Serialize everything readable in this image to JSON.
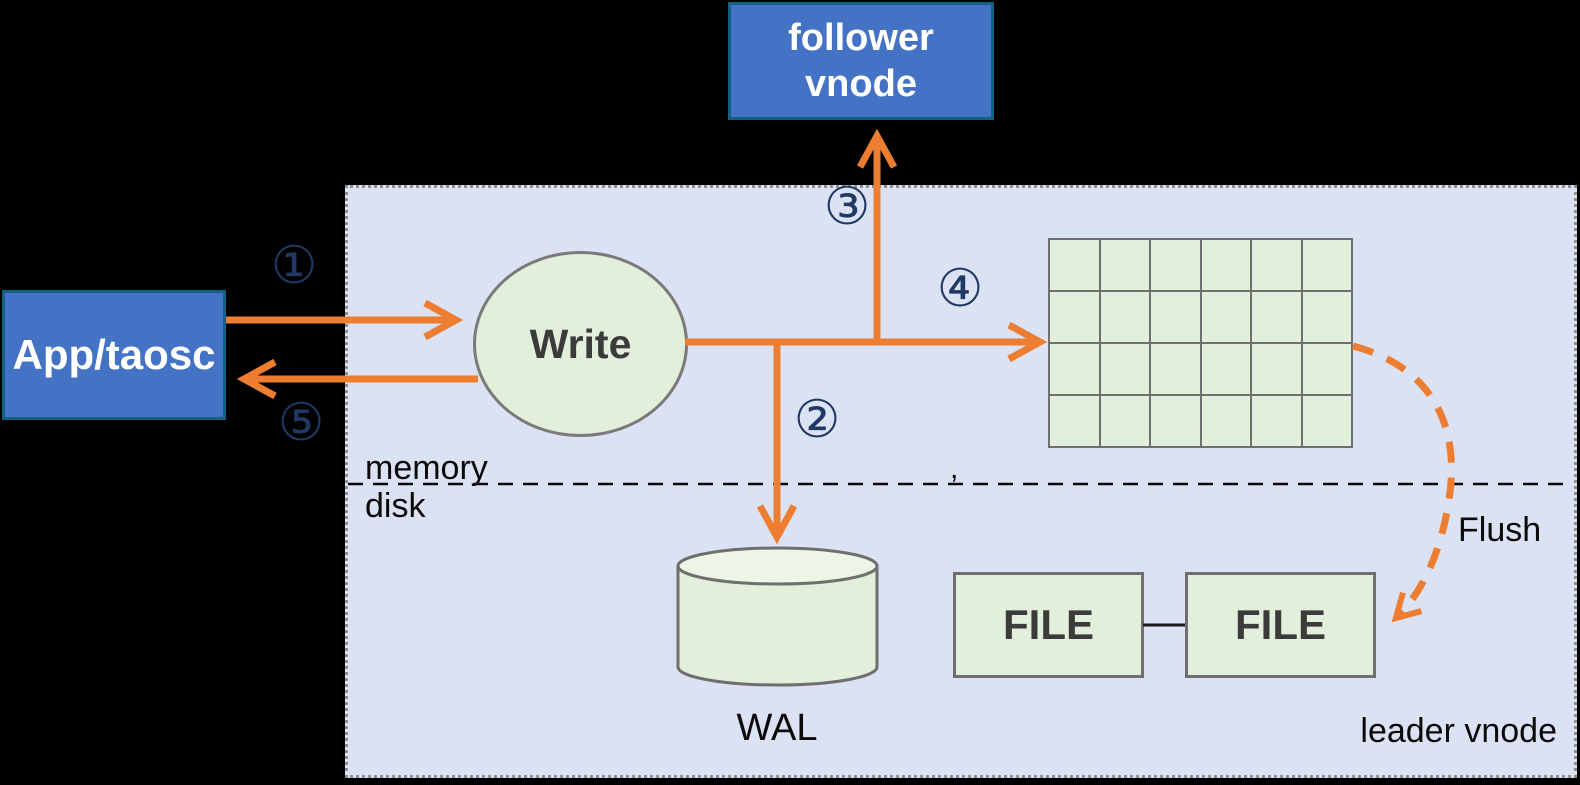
{
  "colors": {
    "background": "#000000",
    "panel_fill": "#dbe2f3",
    "panel_border": "#8f8f8f",
    "blue_fill": "#4472c4",
    "blue_border": "#156082",
    "green_fill": "#e2efda",
    "green_fill_light": "#edf5e6",
    "green_border": "#6f6f6f",
    "orange": "#ed7d31",
    "navy": "#1f3864",
    "dark_text": "#3b3b3b",
    "black_text": "#0a0a0a",
    "white_text": "#ffffff"
  },
  "nodes": {
    "app": "App/taosc",
    "follower_line1": "follower",
    "follower_line2": "vnode",
    "write": "Write",
    "wal": "WAL",
    "file_left": "FILE",
    "file_right": "FILE"
  },
  "grid": {
    "rows": 4,
    "cols": 6
  },
  "labels": {
    "memory": "memory",
    "disk": "disk",
    "flush": "Flush",
    "leader": "leader vnode",
    "stray_mark": ","
  },
  "steps": [
    {
      "glyph": "①"
    },
    {
      "glyph": "②"
    },
    {
      "glyph": "③"
    },
    {
      "glyph": "④"
    },
    {
      "glyph": "⑤"
    }
  ]
}
